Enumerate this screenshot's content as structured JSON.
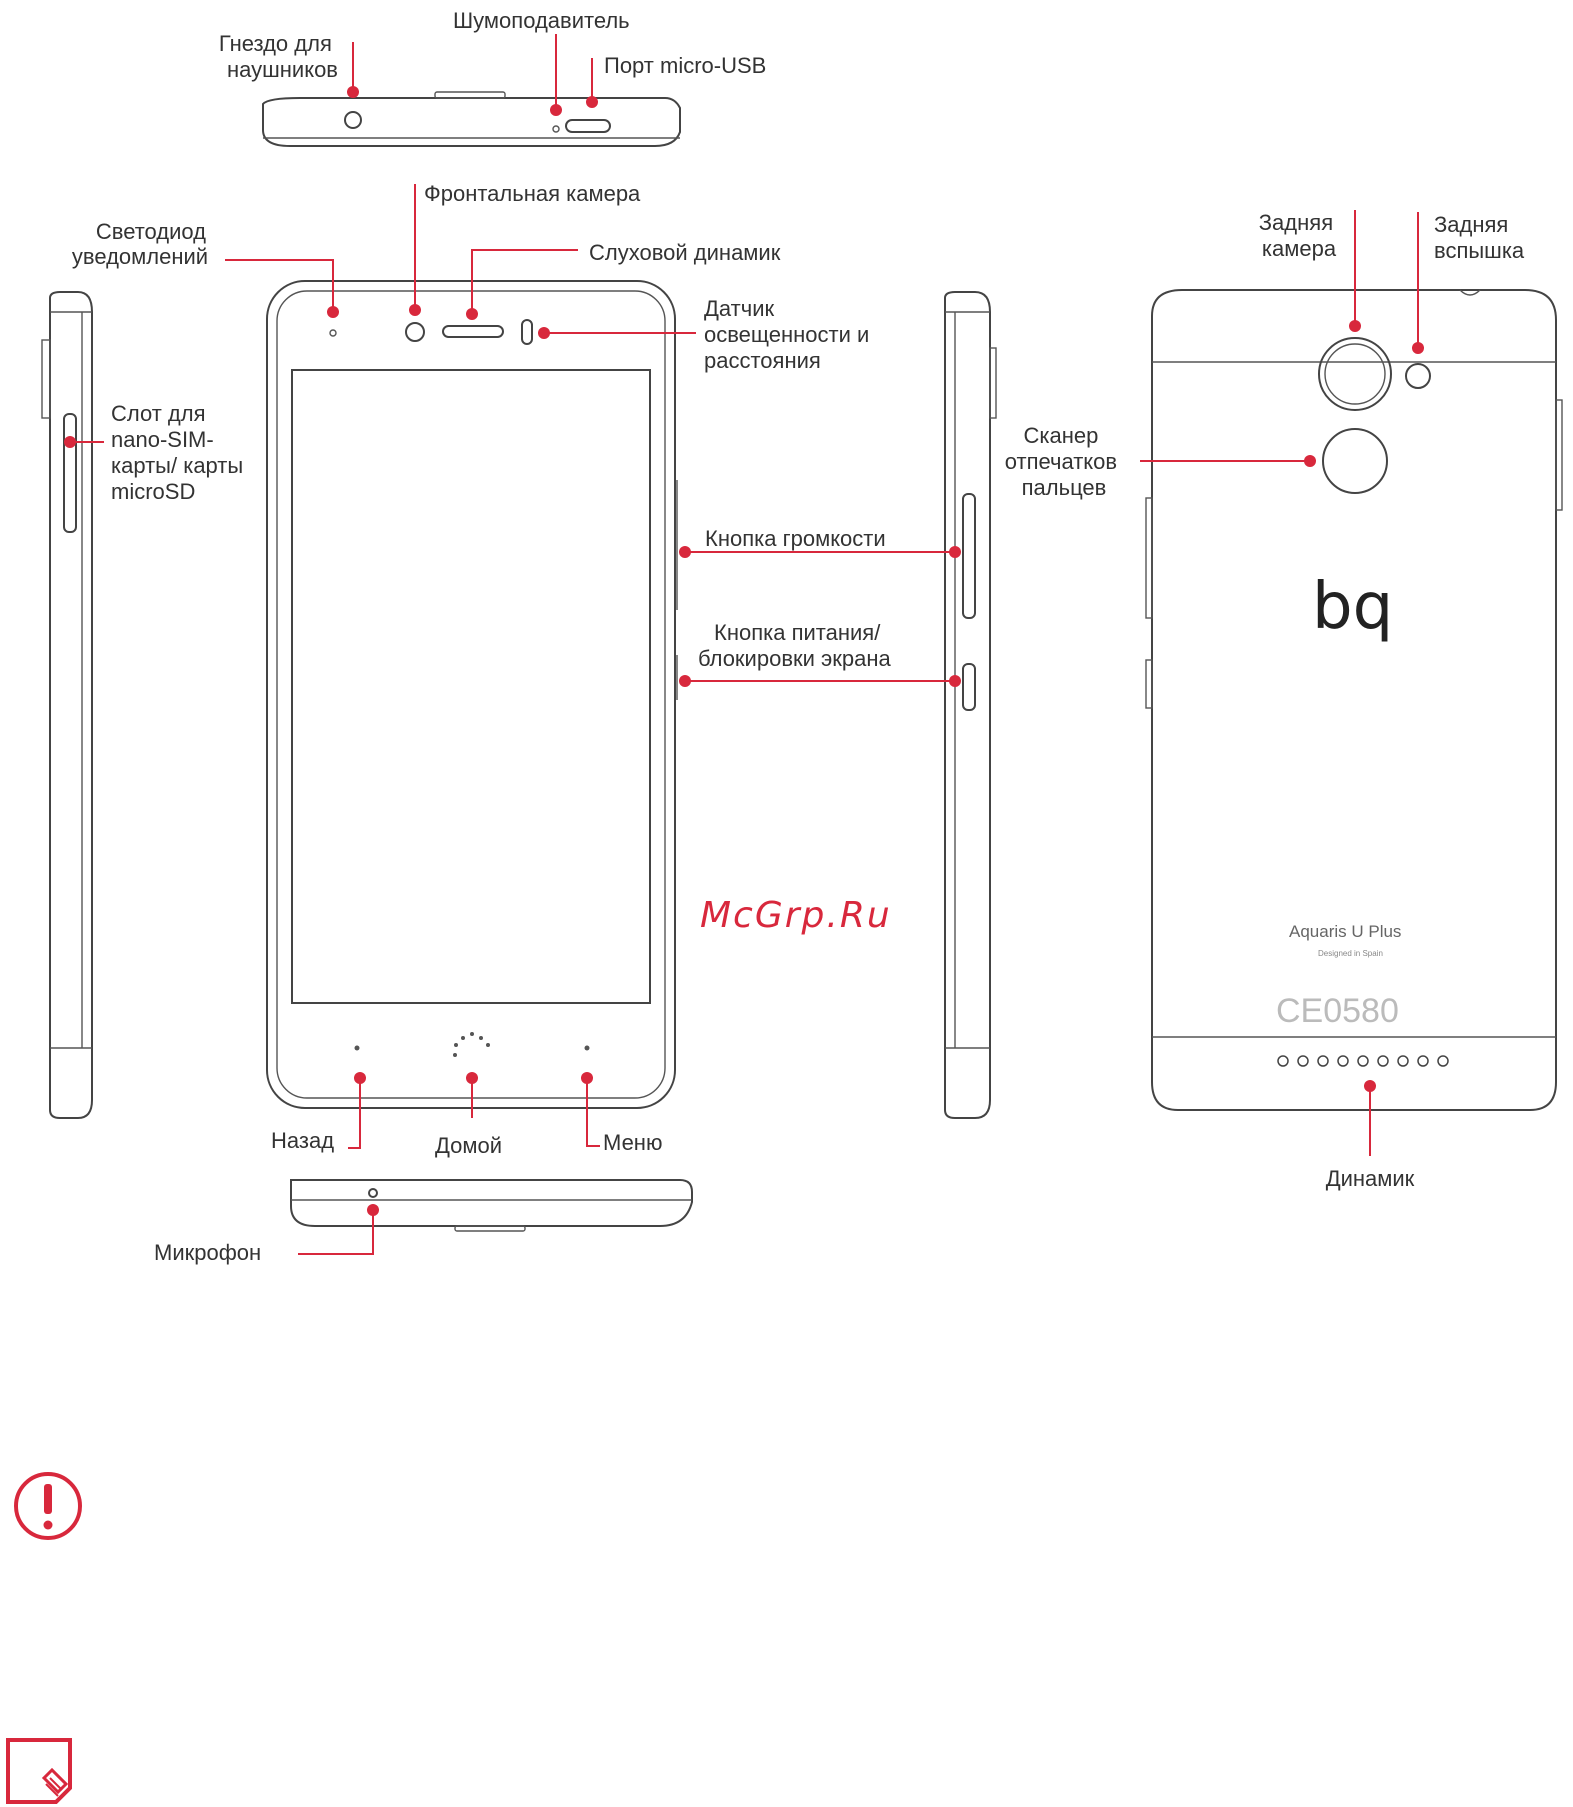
{
  "labels": {
    "headphone_jack": [
      "Гнездо для",
      "наушников"
    ],
    "noise_canceller": "Шумоподавитель",
    "micro_usb": "Порт micro-USB",
    "front_camera": "Фронтальная камера",
    "notification_led": [
      "Светодиод",
      "уведомлений"
    ],
    "earpiece": "Слуховой динамик",
    "light_sensor": [
      "Датчик",
      "освещенности и",
      "расстояния"
    ],
    "sim_slot": [
      "Слот для",
      "nano-SIM-",
      "карты/ карты",
      "microSD"
    ],
    "volume_button": "Кнопка громкости",
    "power_button": [
      "Кнопка питания/",
      "блокировки экрана"
    ],
    "back": "Назад",
    "home": "Домой",
    "menu": "Меню",
    "microphone": "Микрофон",
    "rear_camera": [
      "Задняя",
      "камера"
    ],
    "rear_flash": [
      "Задняя",
      "вспышка"
    ],
    "fingerprint": [
      "Сканер",
      "отпечатков",
      "пальцев"
    ],
    "speaker": "Динамик"
  },
  "device": {
    "brand": "bq",
    "model": "Aquaris U Plus",
    "tagline": "Designed in Spain",
    "certification": "CE0580"
  },
  "watermark": "McGrp.Ru",
  "icons": [
    "warning-icon",
    "note-icon"
  ],
  "colors": {
    "accent": "#d8283c",
    "outline": "#444444",
    "text": "#333333"
  }
}
